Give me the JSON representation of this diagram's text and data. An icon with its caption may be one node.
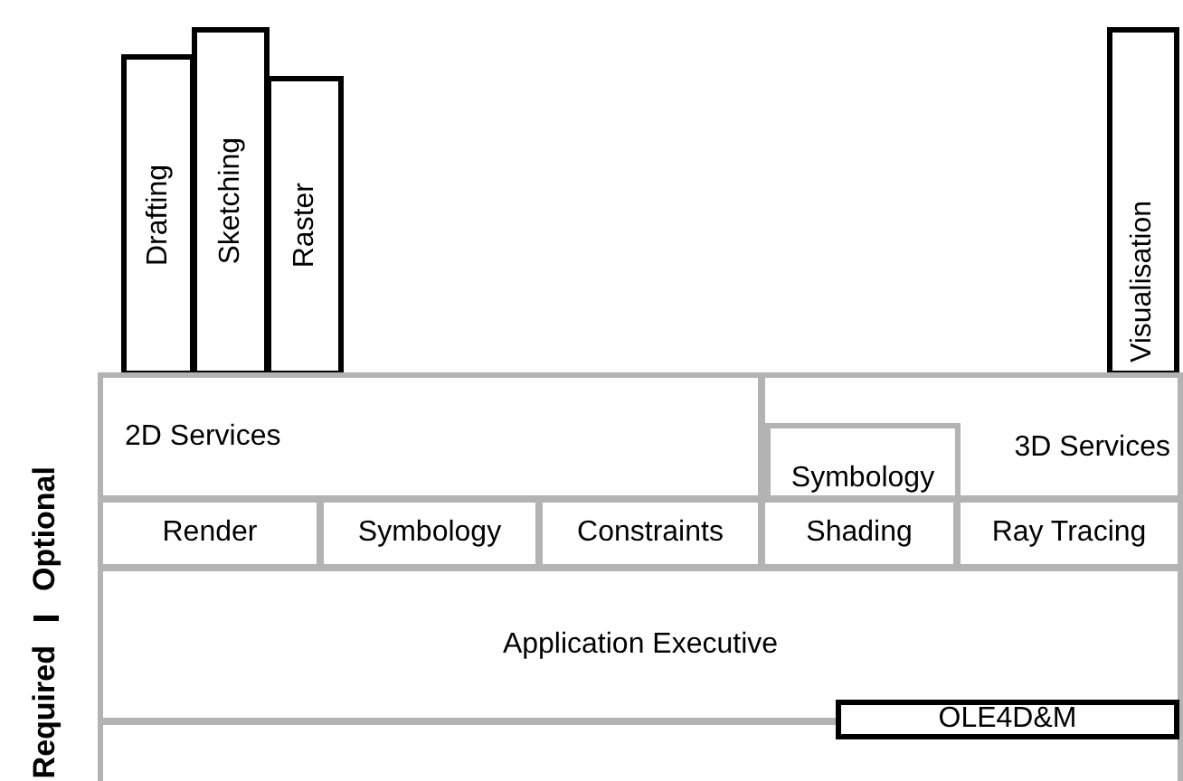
{
  "diagram": {
    "nodes": [
      {
        "text": [
          "Drafting"
        ]
      },
      {
        "text": [
          "Sketching"
        ]
      },
      {
        "text": [
          "Raster"
        ]
      },
      {
        "text": [
          "Visualisation"
        ]
      },
      {
        "text": [
          "2D Services"
        ]
      },
      {
        "text": [
          "3D Services"
        ]
      },
      {
        "text": [
          "Symbology"
        ],
        "in": 5
      },
      {
        "text": [
          "Render"
        ]
      },
      {
        "text": [
          "Symbology"
        ]
      },
      {
        "text": [
          "Constraints"
        ]
      },
      {
        "text": [
          "Shading"
        ]
      },
      {
        "text": [
          "Ray Tracing"
        ]
      },
      {
        "text": [
          "Application Executive"
        ]
      },
      {
        "text": [
          "OLE4D&M"
        ]
      },
      {
        "text": [],
        "shape": "box"
      }
    ],
    "edges": [],
    "labels": [
      "Required",
      "Optional"
    ]
  }
}
